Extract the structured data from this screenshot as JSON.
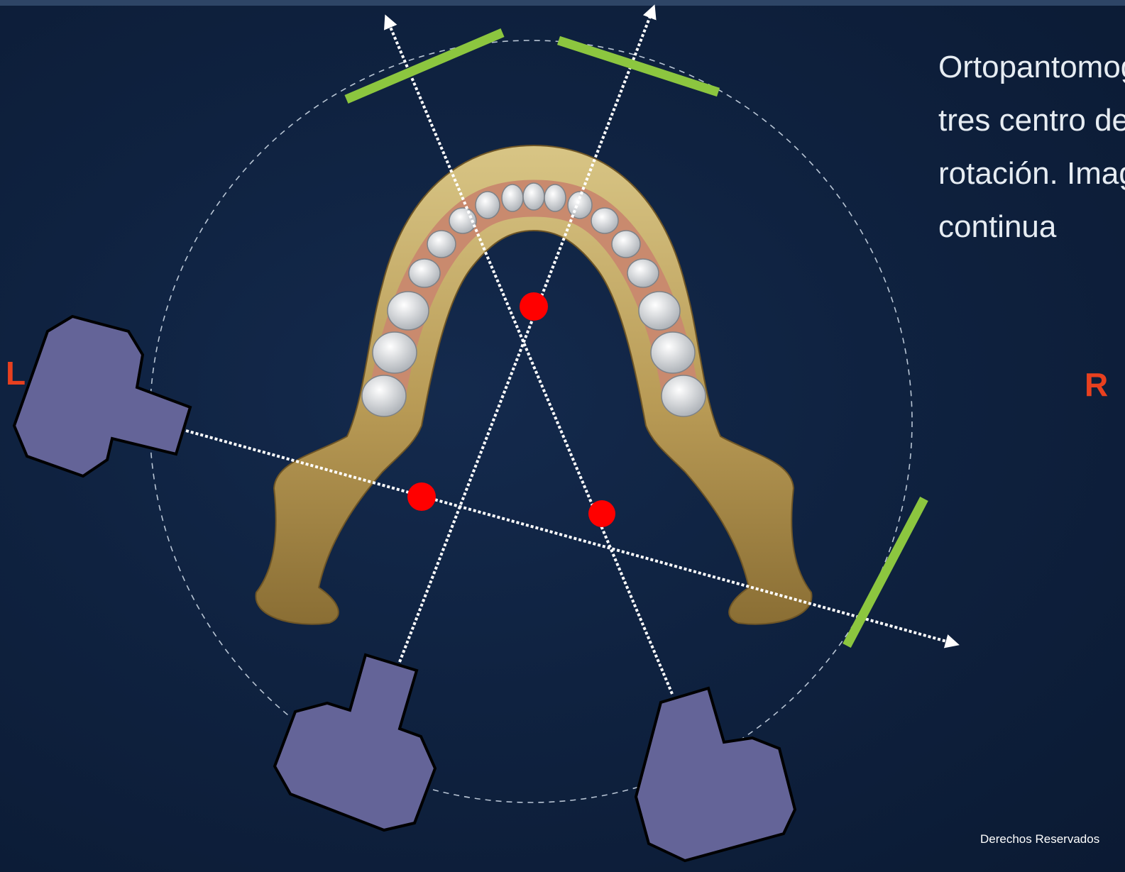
{
  "labels": {
    "left": "L",
    "right": "R"
  },
  "description": {
    "lines": [
      "Ortopantomografía con",
      "tres centro de",
      "rotación. Imagen",
      "continua"
    ]
  },
  "footer": {
    "copyright": "Derechos Reservados"
  },
  "colors": {
    "background": "#0f2240",
    "detector": "#8cc63f",
    "tube": "#646498",
    "rotation_center": "#ff0000",
    "side_label": "#e8401f",
    "beam": "#ffffff"
  },
  "icons": [
    "mandible-illustration",
    "x-ray-tube-icon",
    "detector-plate",
    "rotation-center-dot"
  ]
}
